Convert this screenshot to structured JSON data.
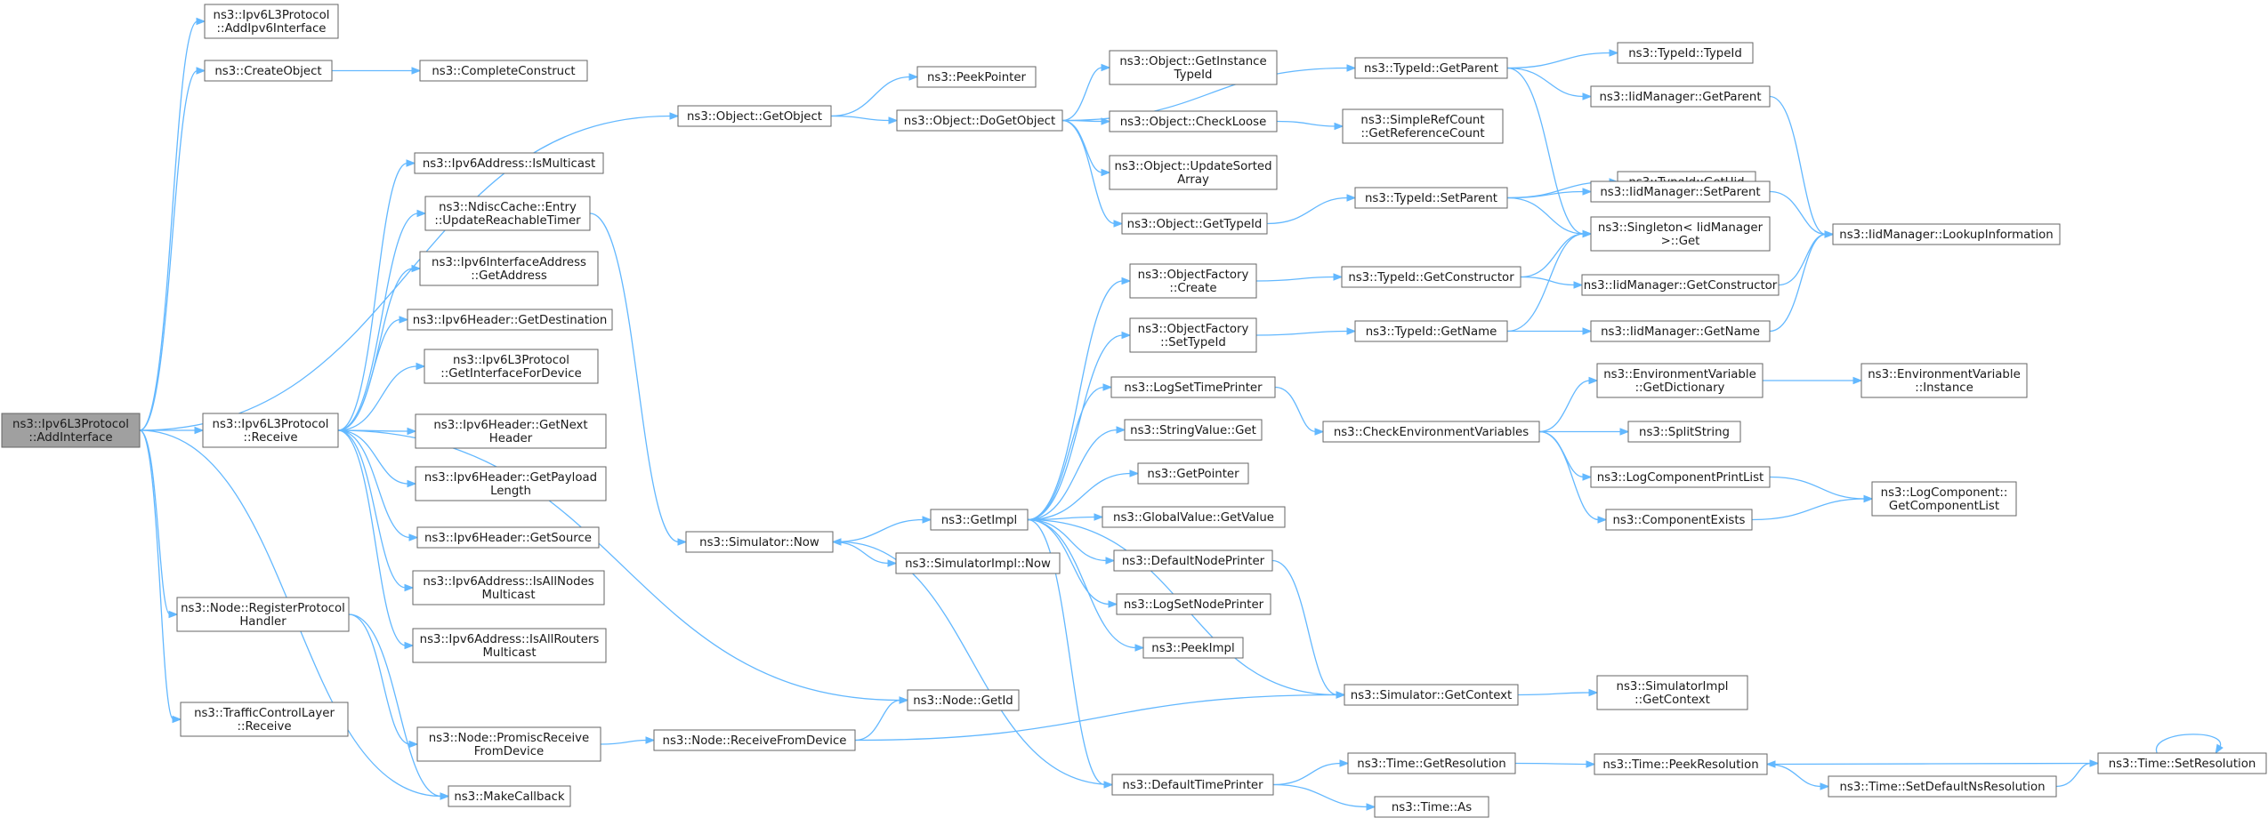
{
  "graph": {
    "nodes": [
      {
        "id": "root",
        "lines": [
          "ns3::Ipv6L3Protocol",
          "::AddInterface"
        ],
        "root": true
      },
      {
        "id": "addipv6",
        "lines": [
          "ns3::Ipv6L3Protocol",
          "::AddIpv6Interface"
        ]
      },
      {
        "id": "createobject",
        "lines": [
          "ns3::CreateObject"
        ]
      },
      {
        "id": "completeconstruct",
        "lines": [
          "ns3::CompleteConstruct"
        ]
      },
      {
        "id": "getobject",
        "lines": [
          "ns3::Object::GetObject"
        ]
      },
      {
        "id": "peekpointer",
        "lines": [
          "ns3::PeekPointer"
        ]
      },
      {
        "id": "dogetobject",
        "lines": [
          "ns3::Object::DoGetObject"
        ]
      },
      {
        "id": "getinstancetypeid",
        "lines": [
          "ns3::Object::GetInstance",
          "TypeId"
        ]
      },
      {
        "id": "checkloose",
        "lines": [
          "ns3::Object::CheckLoose"
        ]
      },
      {
        "id": "updatesorted",
        "lines": [
          "ns3::Object::UpdateSorted",
          "Array"
        ]
      },
      {
        "id": "obj_gettypeid",
        "lines": [
          "ns3::Object::GetTypeId"
        ]
      },
      {
        "id": "tid_getparent",
        "lines": [
          "ns3::TypeId::GetParent"
        ]
      },
      {
        "id": "tid_typeid",
        "lines": [
          "ns3::TypeId::TypeId"
        ]
      },
      {
        "id": "iid_getparent",
        "lines": [
          "ns3::IidManager::GetParent"
        ]
      },
      {
        "id": "simplerefcount",
        "lines": [
          "ns3::SimpleRefCount",
          "::GetReferenceCount"
        ]
      },
      {
        "id": "tid_getuid",
        "lines": [
          "ns3::TypeId::GetUid"
        ]
      },
      {
        "id": "tid_setparent",
        "lines": [
          "ns3::TypeId::SetParent"
        ]
      },
      {
        "id": "iid_setparent",
        "lines": [
          "ns3::IidManager::SetParent"
        ]
      },
      {
        "id": "singleton",
        "lines": [
          "ns3::Singleton< IidManager",
          ">::Get"
        ]
      },
      {
        "id": "lookupinfo",
        "lines": [
          "ns3::IidManager::LookupInformation"
        ]
      },
      {
        "id": "ismulticast",
        "lines": [
          "ns3::Ipv6Address::IsMulticast"
        ]
      },
      {
        "id": "ndisc",
        "lines": [
          "ns3::NdiscCache::Entry",
          "::UpdateReachableTimer"
        ]
      },
      {
        "id": "ifaceaddr",
        "lines": [
          "ns3::Ipv6InterfaceAddress",
          "::GetAddress"
        ]
      },
      {
        "id": "getdest",
        "lines": [
          "ns3::Ipv6Header::GetDestination"
        ]
      },
      {
        "id": "getiface",
        "lines": [
          "ns3::Ipv6L3Protocol",
          "::GetInterfaceForDevice"
        ]
      },
      {
        "id": "getnext",
        "lines": [
          "ns3::Ipv6Header::GetNext",
          "Header"
        ]
      },
      {
        "id": "getpayload",
        "lines": [
          "ns3::Ipv6Header::GetPayload",
          "Length"
        ]
      },
      {
        "id": "getsource",
        "lines": [
          "ns3::Ipv6Header::GetSource"
        ]
      },
      {
        "id": "isallnodes",
        "lines": [
          "ns3::Ipv6Address::IsAllNodes",
          "Multicast"
        ]
      },
      {
        "id": "isallrouters",
        "lines": [
          "ns3::Ipv6Address::IsAllRouters",
          "Multicast"
        ]
      },
      {
        "id": "receive",
        "lines": [
          "ns3::Ipv6L3Protocol",
          "::Receive"
        ]
      },
      {
        "id": "regproto",
        "lines": [
          "ns3::Node::RegisterProtocol",
          "Handler"
        ]
      },
      {
        "id": "tcl",
        "lines": [
          "ns3::TrafficControlLayer",
          "::Receive"
        ]
      },
      {
        "id": "promisc",
        "lines": [
          "ns3::Node::PromiscReceive",
          "FromDevice"
        ]
      },
      {
        "id": "makecallback",
        "lines": [
          "ns3::MakeCallback"
        ]
      },
      {
        "id": "nodegetid",
        "lines": [
          "ns3::Node::GetId"
        ]
      },
      {
        "id": "recvfromdev",
        "lines": [
          "ns3::Node::ReceiveFromDevice"
        ]
      },
      {
        "id": "simnow",
        "lines": [
          "ns3::Simulator::Now"
        ]
      },
      {
        "id": "simimplnow",
        "lines": [
          "ns3::SimulatorImpl::Now"
        ]
      },
      {
        "id": "getimpl",
        "lines": [
          "ns3::GetImpl"
        ]
      },
      {
        "id": "ofcreate",
        "lines": [
          "ns3::ObjectFactory",
          "::Create"
        ]
      },
      {
        "id": "ofsettypeid",
        "lines": [
          "ns3::ObjectFactory",
          "::SetTypeId"
        ]
      },
      {
        "id": "logsettimeprinter",
        "lines": [
          "ns3::LogSetTimePrinter"
        ]
      },
      {
        "id": "stringvalueget",
        "lines": [
          "ns3::StringValue::Get"
        ]
      },
      {
        "id": "getpointer",
        "lines": [
          "ns3::GetPointer"
        ]
      },
      {
        "id": "globalvalue",
        "lines": [
          "ns3::GlobalValue::GetValue"
        ]
      },
      {
        "id": "defaultnodeprinter",
        "lines": [
          "ns3::DefaultNodePrinter"
        ]
      },
      {
        "id": "logsetnodeprinter",
        "lines": [
          "ns3::LogSetNodePrinter"
        ]
      },
      {
        "id": "peekimpl",
        "lines": [
          "ns3::PeekImpl"
        ]
      },
      {
        "id": "defaulttimeprinter",
        "lines": [
          "ns3::DefaultTimePrinter"
        ]
      },
      {
        "id": "tid_getconstructor",
        "lines": [
          "ns3::TypeId::GetConstructor"
        ]
      },
      {
        "id": "iid_getconstructor",
        "lines": [
          "ns3::IidManager::GetConstructor"
        ]
      },
      {
        "id": "tid_getname",
        "lines": [
          "ns3::TypeId::GetName"
        ]
      },
      {
        "id": "iid_getname",
        "lines": [
          "ns3::IidManager::GetName"
        ]
      },
      {
        "id": "checkenv",
        "lines": [
          "ns3::CheckEnvironmentVariables"
        ]
      },
      {
        "id": "envgetdict",
        "lines": [
          "ns3::EnvironmentVariable",
          "::GetDictionary"
        ]
      },
      {
        "id": "envinstance",
        "lines": [
          "ns3::EnvironmentVariable",
          "::Instance"
        ]
      },
      {
        "id": "splitstring",
        "lines": [
          "ns3::SplitString"
        ]
      },
      {
        "id": "logcompprintlist",
        "lines": [
          "ns3::LogComponentPrintList"
        ]
      },
      {
        "id": "componentexists",
        "lines": [
          "ns3::ComponentExists"
        ]
      },
      {
        "id": "logcompgetlist",
        "lines": [
          "ns3::LogComponent::",
          "GetComponentList"
        ]
      },
      {
        "id": "simgetcontext",
        "lines": [
          "ns3::Simulator::GetContext"
        ]
      },
      {
        "id": "simimplgetcontext",
        "lines": [
          "ns3::SimulatorImpl",
          "::GetContext"
        ]
      },
      {
        "id": "time_getres",
        "lines": [
          "ns3::Time::GetResolution"
        ]
      },
      {
        "id": "time_as",
        "lines": [
          "ns3::Time::As"
        ]
      },
      {
        "id": "time_peekres",
        "lines": [
          "ns3::Time::PeekResolution"
        ]
      },
      {
        "id": "time_setdefns",
        "lines": [
          "ns3::Time::SetDefaultNsResolution"
        ]
      },
      {
        "id": "time_setres",
        "lines": [
          "ns3::Time::SetResolution"
        ]
      }
    ],
    "edges": [
      [
        "root",
        "addipv6"
      ],
      [
        "root",
        "createobject"
      ],
      [
        "root",
        "getobject"
      ],
      [
        "root",
        "receive"
      ],
      [
        "root",
        "regproto"
      ],
      [
        "root",
        "tcl"
      ],
      [
        "root",
        "makecallback"
      ],
      [
        "createobject",
        "completeconstruct"
      ],
      [
        "getobject",
        "peekpointer"
      ],
      [
        "getobject",
        "dogetobject"
      ],
      [
        "dogetobject",
        "getinstancetypeid"
      ],
      [
        "dogetobject",
        "checkloose"
      ],
      [
        "dogetobject",
        "updatesorted"
      ],
      [
        "dogetobject",
        "obj_gettypeid"
      ],
      [
        "dogetobject",
        "tid_getparent"
      ],
      [
        "checkloose",
        "simplerefcount"
      ],
      [
        "obj_gettypeid",
        "tid_setparent"
      ],
      [
        "tid_getparent",
        "tid_typeid"
      ],
      [
        "tid_getparent",
        "iid_getparent"
      ],
      [
        "tid_getparent",
        "singleton"
      ],
      [
        "iid_getparent",
        "lookupinfo"
      ],
      [
        "tid_setparent",
        "tid_getuid"
      ],
      [
        "tid_setparent",
        "iid_setparent"
      ],
      [
        "tid_setparent",
        "singleton"
      ],
      [
        "iid_setparent",
        "lookupinfo"
      ],
      [
        "receive",
        "ismulticast"
      ],
      [
        "receive",
        "ndisc"
      ],
      [
        "receive",
        "ifaceaddr"
      ],
      [
        "receive",
        "getdest"
      ],
      [
        "receive",
        "getiface"
      ],
      [
        "receive",
        "getnext"
      ],
      [
        "receive",
        "getpayload"
      ],
      [
        "receive",
        "getsource"
      ],
      [
        "receive",
        "isallnodes"
      ],
      [
        "receive",
        "isallrouters"
      ],
      [
        "receive",
        "nodegetid"
      ],
      [
        "ndisc",
        "simnow"
      ],
      [
        "regproto",
        "promisc"
      ],
      [
        "regproto",
        "makecallback"
      ],
      [
        "promisc",
        "recvfromdev"
      ],
      [
        "recvfromdev",
        "nodegetid"
      ],
      [
        "recvfromdev",
        "simgetcontext"
      ],
      [
        "simnow",
        "getimpl"
      ],
      [
        "simnow",
        "simimplnow"
      ],
      [
        "getimpl",
        "ofcreate"
      ],
      [
        "getimpl",
        "ofsettypeid"
      ],
      [
        "getimpl",
        "logsettimeprinter"
      ],
      [
        "getimpl",
        "stringvalueget"
      ],
      [
        "getimpl",
        "getpointer"
      ],
      [
        "getimpl",
        "globalvalue"
      ],
      [
        "getimpl",
        "defaultnodeprinter"
      ],
      [
        "getimpl",
        "logsetnodeprinter"
      ],
      [
        "getimpl",
        "peekimpl"
      ],
      [
        "getimpl",
        "simgetcontext"
      ],
      [
        "getimpl",
        "defaulttimeprinter"
      ],
      [
        "ofcreate",
        "tid_getconstructor"
      ],
      [
        "ofsettypeid",
        "tid_getname"
      ],
      [
        "tid_getconstructor",
        "singleton"
      ],
      [
        "tid_getconstructor",
        "iid_getconstructor"
      ],
      [
        "iid_getconstructor",
        "lookupinfo"
      ],
      [
        "tid_getname",
        "singleton"
      ],
      [
        "tid_getname",
        "iid_getname"
      ],
      [
        "iid_getname",
        "lookupinfo"
      ],
      [
        "logsettimeprinter",
        "checkenv"
      ],
      [
        "checkenv",
        "envgetdict"
      ],
      [
        "checkenv",
        "splitstring"
      ],
      [
        "checkenv",
        "logcompprintlist"
      ],
      [
        "checkenv",
        "componentexists"
      ],
      [
        "envgetdict",
        "envinstance"
      ],
      [
        "logcompprintlist",
        "logcompgetlist"
      ],
      [
        "componentexists",
        "logcompgetlist"
      ],
      [
        "defaultnodeprinter",
        "simgetcontext"
      ],
      [
        "simgetcontext",
        "simimplgetcontext"
      ],
      [
        "defaulttimeprinter",
        "simnow"
      ],
      [
        "defaulttimeprinter",
        "time_getres"
      ],
      [
        "defaulttimeprinter",
        "time_as"
      ],
      [
        "time_getres",
        "time_peekres"
      ],
      [
        "time_peekres",
        "time_setdefns"
      ],
      [
        "time_setdefns",
        "time_setres"
      ],
      [
        "time_setres",
        "time_peekres"
      ],
      [
        "time_setres",
        "time_setres"
      ]
    ]
  }
}
